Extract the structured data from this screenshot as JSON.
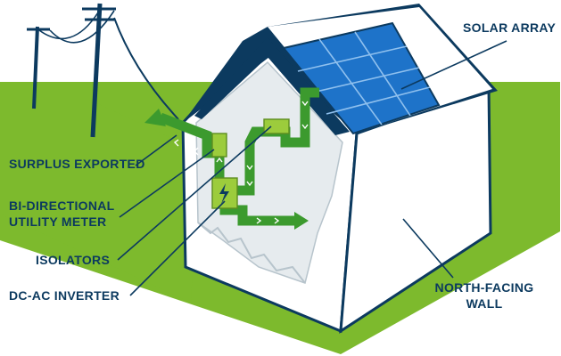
{
  "labels": {
    "solar_array": "SOLAR ARRAY",
    "surplus_exported": "SURPLUS EXPORTED",
    "meter_line1": "BI-DIRECTIONAL",
    "meter_line2": "UTILITY METER",
    "isolators": "ISOLATORS",
    "inverter": "DC-AC INVERTER",
    "wall_line1": "NORTH-FACING",
    "wall_line2": "WALL"
  },
  "colors": {
    "ground": "#7dba2d",
    "navy": "#0c3a5f",
    "panel": "#1e73c9",
    "arrow": "#3c9a2e",
    "device": "#9ccc3c",
    "wall": "#ffffff",
    "interior": "#e6ebee"
  }
}
